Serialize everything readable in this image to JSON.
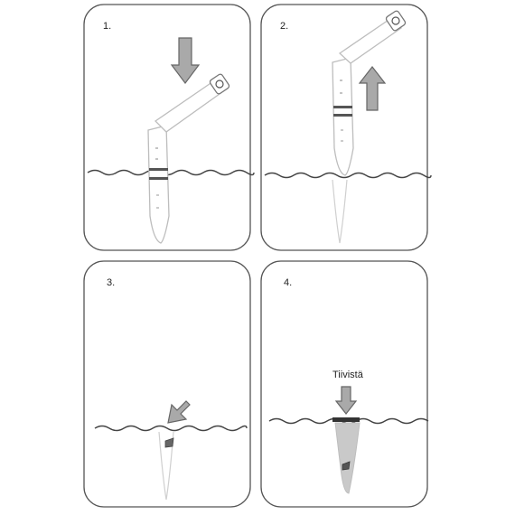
{
  "panels": [
    {
      "number": "1."
    },
    {
      "number": "2."
    },
    {
      "number": "3."
    },
    {
      "number": "4.",
      "caption": "Tiivistä"
    }
  ],
  "colors": {
    "frame": "#555555",
    "ground": "#444444",
    "arrow_fill": "#a9a9a9",
    "tube_outline": "#bdbdbd",
    "soil_fill": "#c9c9c9"
  },
  "icons": [
    "down-arrow-icon",
    "up-arrow-icon",
    "diagonal-arrow-icon",
    "press-arrow-icon"
  ]
}
